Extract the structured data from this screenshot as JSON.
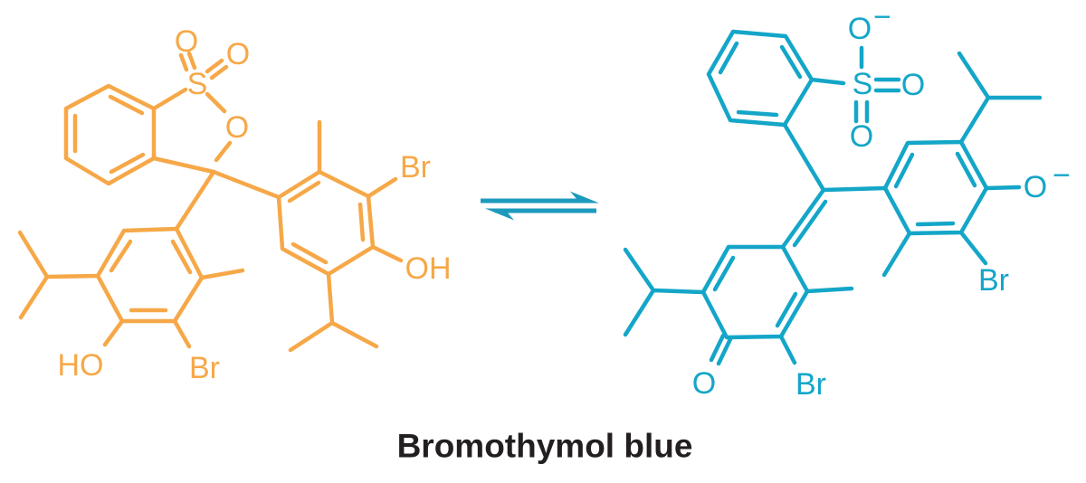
{
  "title": "Bromothymol blue",
  "colors": {
    "acid_form": "#F6A848",
    "base_form": "#14A6C8",
    "arrow": "#1C9ABD",
    "title_text": "#231F20"
  },
  "acid_molecule": {
    "labels": {
      "sulfonyl_o_left": "O",
      "sulfonyl_o_right": "O",
      "sulfur": "S",
      "ring_oxygen": "O",
      "bromo_upper": "Br",
      "hydroxyl_upper": "OH",
      "hydroxyl_lower": "HO",
      "bromo_lower": "Br"
    }
  },
  "base_molecule": {
    "labels": {
      "sulfonate_o_top": "O",
      "sulfonate_charge": "−",
      "sulfur": "S",
      "sulfonate_o_right": "O",
      "sulfonate_o_bottom": "O",
      "phenolate_o": "O",
      "phenolate_charge": "−",
      "bromo_phenolate": "Br",
      "bromo_quinoid": "Br",
      "quinone_o": "O"
    }
  }
}
